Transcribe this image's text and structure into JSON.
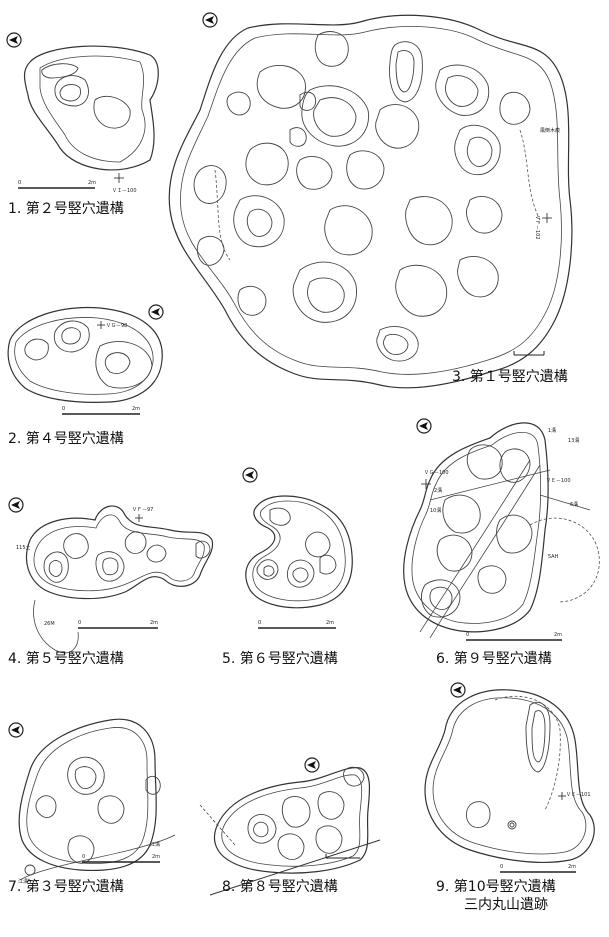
{
  "figures": [
    {
      "caption": "1.  第２号竪穴遺構",
      "survey_point": "ＶＩ－100",
      "scale": "2m"
    },
    {
      "caption": "2.  第４号竪穴遺構",
      "survey_point": "ＶＧ－98",
      "scale": "2m"
    },
    {
      "caption": "3.  第１号竪穴遺構",
      "survey_point": "ＶＦ－102",
      "note": "風倒木痕"
    },
    {
      "caption": "4.  第５号竪穴遺構",
      "survey_point": "ＶＦ－97",
      "side_label_1": "115土",
      "side_label_2": "26M",
      "scale": "2m"
    },
    {
      "caption": "5.  第６号竪穴遺構",
      "scale": "2m"
    },
    {
      "caption": "6.  第９号竪穴遺構",
      "survey_point_1": "ＶＧ－100",
      "survey_point_2": "ＶＥ－100",
      "trench_1": "1溝",
      "trench_2": "2溝",
      "trench_3": "13溝",
      "trench_4": "6溝",
      "trench_5": "10溝",
      "pit_label": "5AH",
      "scale": "2m"
    },
    {
      "caption": "7.  第３号竪穴遺構",
      "side_label_1": "江溝",
      "side_label_2": "江溝",
      "scale": "2m"
    },
    {
      "caption": "8.  第８号竪穴遺構"
    },
    {
      "caption": "9.  第10号竪穴遺構",
      "site": "三内丸山遺跡",
      "survey_point": "ＶＥ－101",
      "scale": "2m"
    }
  ]
}
